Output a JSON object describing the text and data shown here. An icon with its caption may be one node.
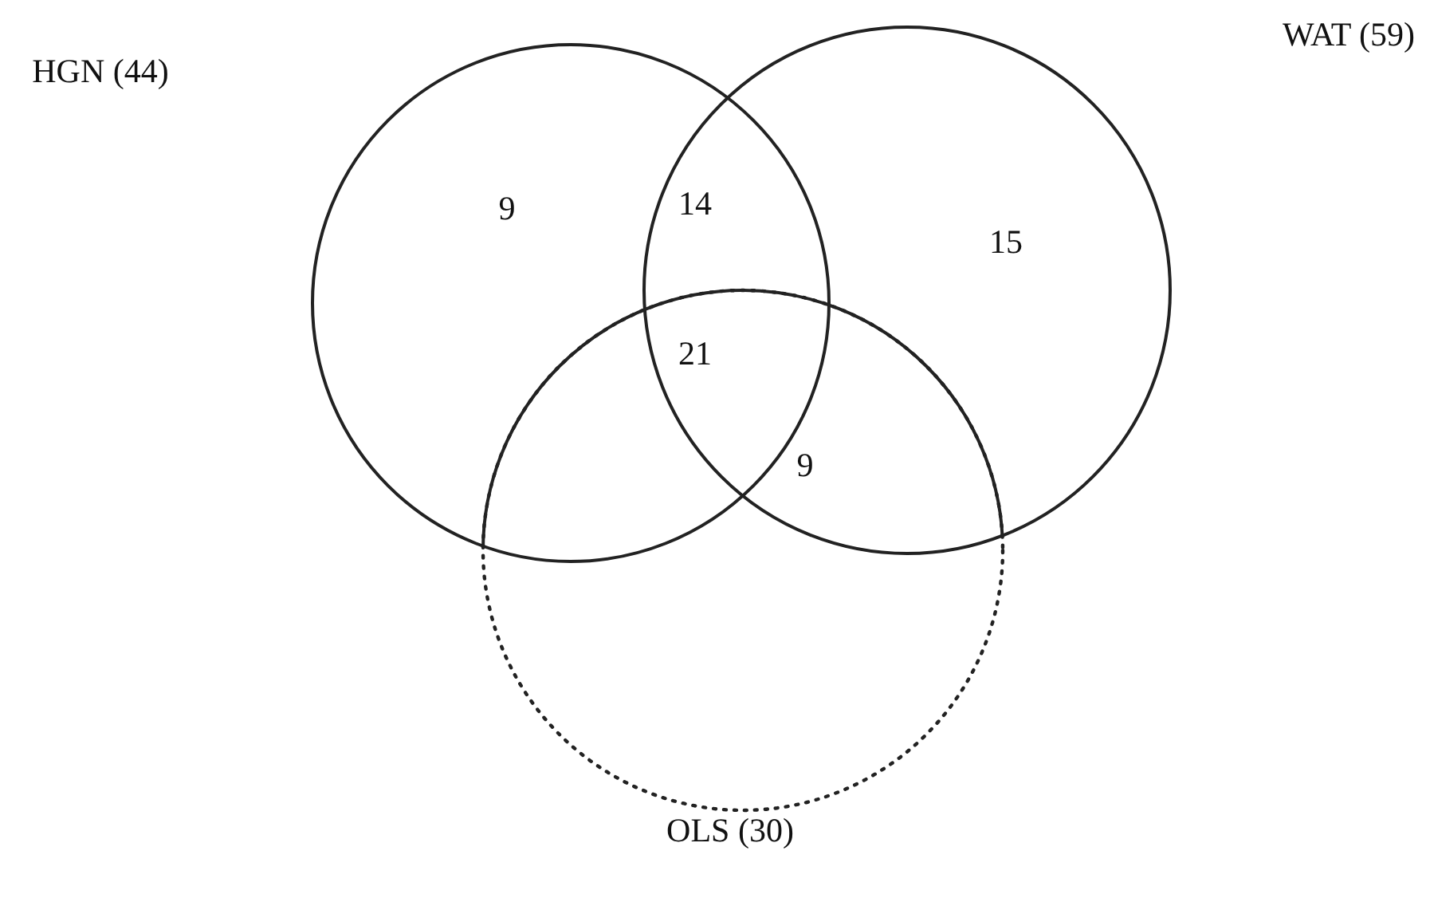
{
  "diagram": {
    "nodes": [
      {
        "text": [
          "HGN (44)"
        ]
      },
      {
        "text": [
          "WAT (59)"
        ]
      },
      {
        "text": [
          "OLS (30)"
        ]
      }
    ],
    "labels": [
      "9",
      "14",
      "15",
      "21",
      "9"
    ]
  }
}
